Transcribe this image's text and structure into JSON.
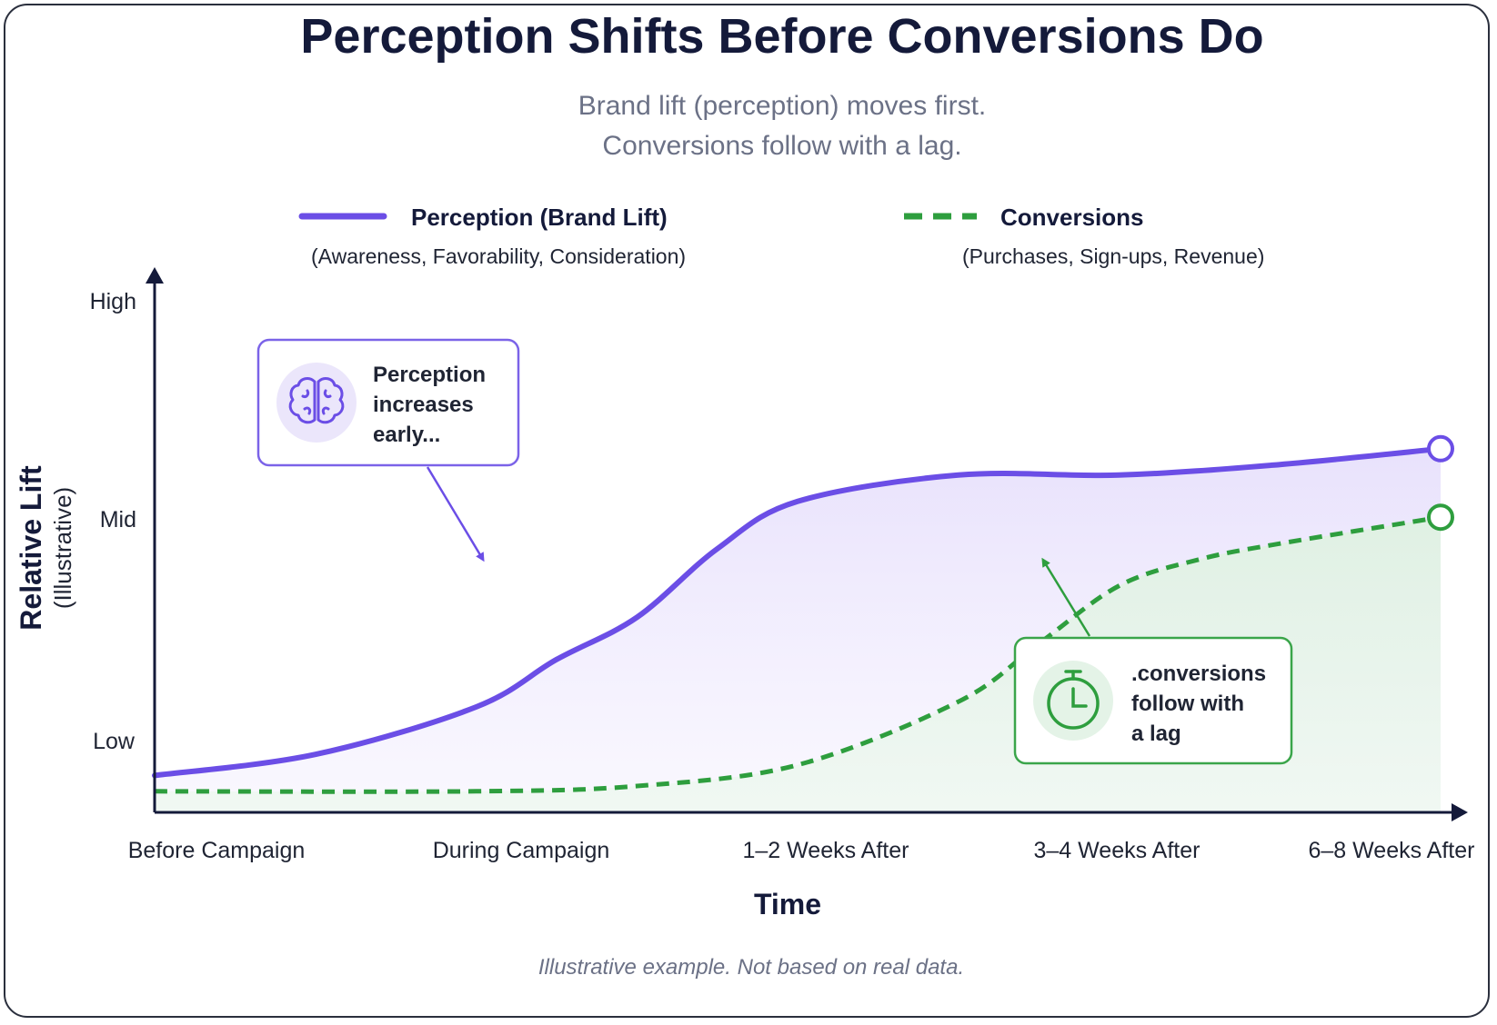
{
  "chart_data": {
    "type": "line",
    "title": "Perception Shifts Before Conversions Do",
    "subtitle_lines": [
      "Brand lift (perception) moves first.",
      "Conversions follow with a lag."
    ],
    "xlabel": "Time",
    "ylabel": "Relative Lift",
    "ylabel_sub": "(Illustrative)",
    "categories": [
      "Before Campaign",
      "During Campaign",
      "1–2 Weeks After",
      "3–4 Weeks After",
      "6–8 Weeks After"
    ],
    "y_ticks": [
      "Low",
      "Mid",
      "High"
    ],
    "ylim": [
      0,
      100
    ],
    "legend_placement": "top",
    "grid": false,
    "series": [
      {
        "name": "Perception (Brand Lift)",
        "description": "(Awareness, Favorability, Consideration)",
        "style": "solid",
        "color": "#6b4ee6",
        "fill_color": "#efeafd",
        "x": [
          0,
          0.5,
          1,
          1.25,
          1.5,
          1.75,
          2,
          2.5,
          3,
          3.5,
          4
        ],
        "values": [
          7,
          11,
          20,
          29,
          37,
          50,
          59,
          64,
          64,
          66,
          69
        ]
      },
      {
        "name": "Conversions",
        "description": "(Purchases, Sign-ups, Revenue)",
        "style": "dashed",
        "color": "#2e9e3e",
        "fill_color": "#eaf6ec",
        "x": [
          0,
          1,
          1.5,
          2,
          2.5,
          2.75,
          3,
          3.25,
          3.5,
          4
        ],
        "values": [
          4,
          4,
          5,
          9,
          21,
          32,
          43,
          48,
          51,
          56
        ]
      }
    ],
    "annotations": [
      {
        "id": "perception",
        "lines": [
          "Perception",
          "increases",
          "early..."
        ],
        "icon": "brain-icon"
      },
      {
        "id": "conversions",
        "lines": [
          ".conversions",
          "follow with",
          "a lag"
        ],
        "icon": "stopwatch-icon"
      }
    ],
    "footnote": "Illustrative example. Not based on real data."
  }
}
